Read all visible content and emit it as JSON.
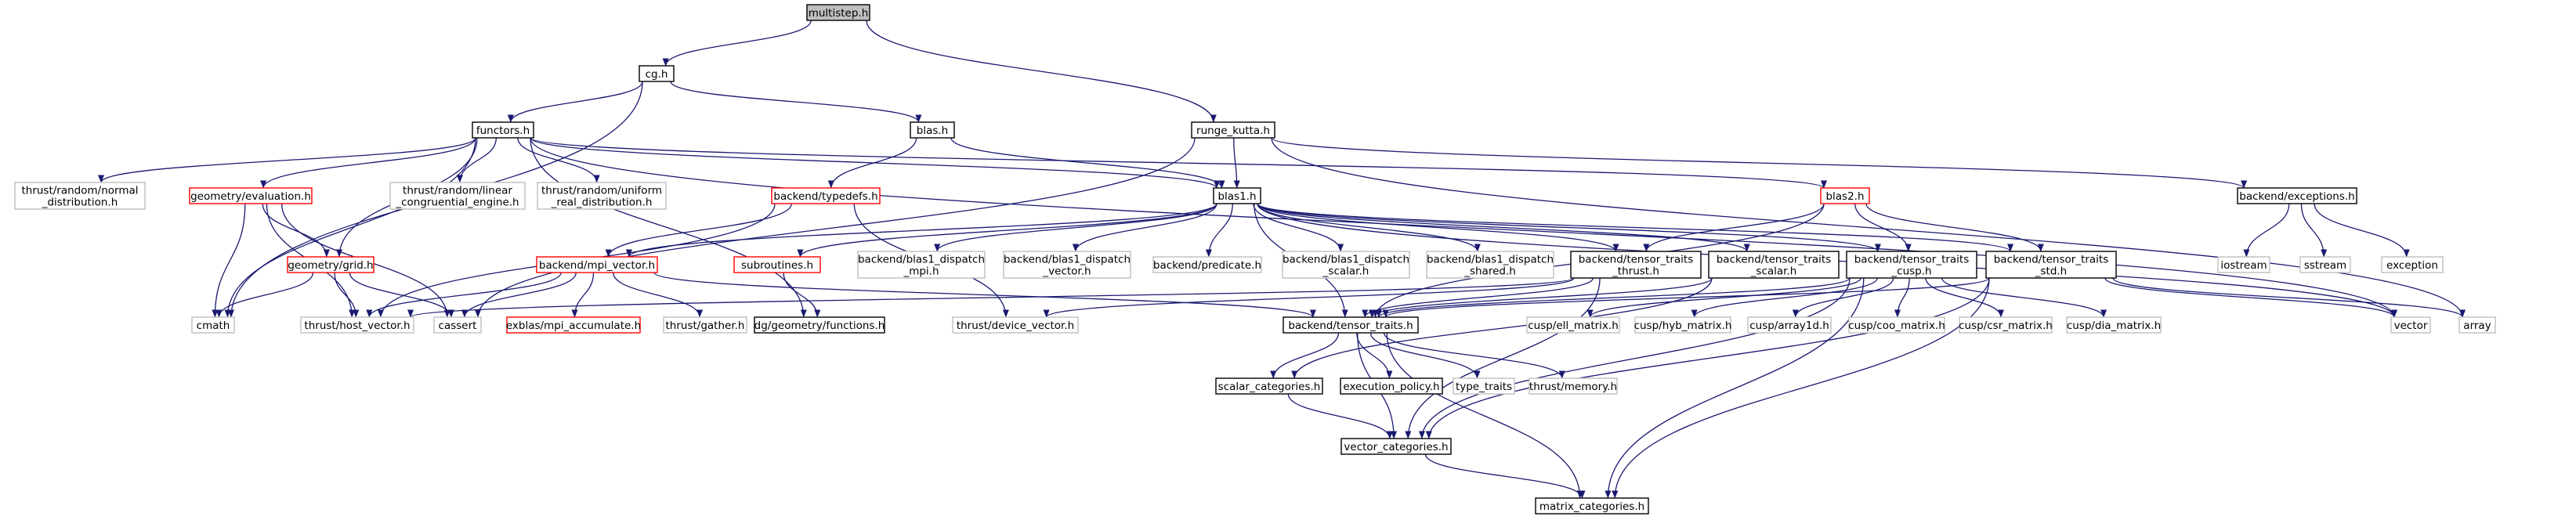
{
  "colors": {
    "edge": "#191970",
    "border_black": "#000000",
    "border_red": "#ff0000",
    "border_grey": "#bfbfbf",
    "root_fill": "#bfbfbf",
    "node_fill": "#ffffff"
  },
  "nodes": [
    {
      "id": "multistep",
      "lines": [
        "multistep.h"
      ],
      "kind": "root"
    },
    {
      "id": "cg",
      "lines": [
        "cg.h"
      ],
      "kind": "black"
    },
    {
      "id": "functors",
      "lines": [
        "functors.h"
      ],
      "kind": "black"
    },
    {
      "id": "blas",
      "lines": [
        "blas.h"
      ],
      "kind": "black"
    },
    {
      "id": "runge",
      "lines": [
        "runge_kutta.h"
      ],
      "kind": "black"
    },
    {
      "id": "thrust_normal",
      "lines": [
        "thrust/random/normal",
        "_distribution.h"
      ],
      "kind": "grey"
    },
    {
      "id": "geom_eval",
      "lines": [
        "geometry/evaluation.h"
      ],
      "kind": "red"
    },
    {
      "id": "thrust_linear",
      "lines": [
        "thrust/random/linear",
        "_congruential_engine.h"
      ],
      "kind": "grey"
    },
    {
      "id": "thrust_uniform",
      "lines": [
        "thrust/random/uniform",
        "_real_distribution.h"
      ],
      "kind": "grey"
    },
    {
      "id": "typedefs",
      "lines": [
        "backend/typedefs.h"
      ],
      "kind": "red"
    },
    {
      "id": "blas1",
      "lines": [
        "blas1.h"
      ],
      "kind": "black"
    },
    {
      "id": "blas2",
      "lines": [
        "blas2.h"
      ],
      "kind": "red"
    },
    {
      "id": "exceptions",
      "lines": [
        "backend/exceptions.h"
      ],
      "kind": "black"
    },
    {
      "id": "geom_grid",
      "lines": [
        "geometry/grid.h"
      ],
      "kind": "red"
    },
    {
      "id": "mpi_vector",
      "lines": [
        "backend/mpi_vector.h"
      ],
      "kind": "red"
    },
    {
      "id": "subroutines",
      "lines": [
        "subroutines.h"
      ],
      "kind": "red"
    },
    {
      "id": "d_mpi",
      "lines": [
        "backend/blas1_dispatch",
        "_mpi.h"
      ],
      "kind": "grey"
    },
    {
      "id": "d_vector",
      "lines": [
        "backend/blas1_dispatch",
        "_vector.h"
      ],
      "kind": "grey"
    },
    {
      "id": "predicate",
      "lines": [
        "backend/predicate.h"
      ],
      "kind": "grey"
    },
    {
      "id": "d_scalar",
      "lines": [
        "backend/blas1_dispatch",
        "_scalar.h"
      ],
      "kind": "grey"
    },
    {
      "id": "d_shared",
      "lines": [
        "backend/blas1_dispatch",
        "_shared.h"
      ],
      "kind": "grey"
    },
    {
      "id": "tt_thrust",
      "lines": [
        "backend/tensor_traits",
        "_thrust.h"
      ],
      "kind": "black"
    },
    {
      "id": "tt_scalar",
      "lines": [
        "backend/tensor_traits",
        "_scalar.h"
      ],
      "kind": "black"
    },
    {
      "id": "tt_cusp",
      "lines": [
        "backend/tensor_traits",
        "_cusp.h"
      ],
      "kind": "black"
    },
    {
      "id": "tt_std",
      "lines": [
        "backend/tensor_traits",
        "_std.h"
      ],
      "kind": "black"
    },
    {
      "id": "iostream",
      "lines": [
        "iostream"
      ],
      "kind": "grey"
    },
    {
      "id": "sstream",
      "lines": [
        "sstream"
      ],
      "kind": "grey"
    },
    {
      "id": "exception",
      "lines": [
        "exception"
      ],
      "kind": "grey"
    },
    {
      "id": "cmath",
      "lines": [
        "cmath"
      ],
      "kind": "grey"
    },
    {
      "id": "host_vector",
      "lines": [
        "thrust/host_vector.h"
      ],
      "kind": "grey"
    },
    {
      "id": "cassert",
      "lines": [
        "cassert"
      ],
      "kind": "grey"
    },
    {
      "id": "exblas",
      "lines": [
        "exblas/mpi_accumulate.h"
      ],
      "kind": "red"
    },
    {
      "id": "gather",
      "lines": [
        "thrust/gather.h"
      ],
      "kind": "grey"
    },
    {
      "id": "functions",
      "lines": [
        "dg/geometry/functions.h"
      ],
      "kind": "black"
    },
    {
      "id": "device_vector",
      "lines": [
        "thrust/device_vector.h"
      ],
      "kind": "grey"
    },
    {
      "id": "tensor_traits",
      "lines": [
        "backend/tensor_traits.h"
      ],
      "kind": "black"
    },
    {
      "id": "ell",
      "lines": [
        "cusp/ell_matrix.h"
      ],
      "kind": "grey"
    },
    {
      "id": "hyb",
      "lines": [
        "cusp/hyb_matrix.h"
      ],
      "kind": "grey"
    },
    {
      "id": "array1d",
      "lines": [
        "cusp/array1d.h"
      ],
      "kind": "grey"
    },
    {
      "id": "coo",
      "lines": [
        "cusp/coo_matrix.h"
      ],
      "kind": "grey"
    },
    {
      "id": "csr",
      "lines": [
        "cusp/csr_matrix.h"
      ],
      "kind": "grey"
    },
    {
      "id": "dia",
      "lines": [
        "cusp/dia_matrix.h"
      ],
      "kind": "grey"
    },
    {
      "id": "vector",
      "lines": [
        "vector"
      ],
      "kind": "grey"
    },
    {
      "id": "array",
      "lines": [
        "array"
      ],
      "kind": "grey"
    },
    {
      "id": "scalar_cat",
      "lines": [
        "scalar_categories.h"
      ],
      "kind": "black"
    },
    {
      "id": "exec_policy",
      "lines": [
        "execution_policy.h"
      ],
      "kind": "black"
    },
    {
      "id": "type_traits",
      "lines": [
        "type_traits"
      ],
      "kind": "grey"
    },
    {
      "id": "memory",
      "lines": [
        "thrust/memory.h"
      ],
      "kind": "grey"
    },
    {
      "id": "vector_cat",
      "lines": [
        "vector_categories.h"
      ],
      "kind": "black"
    },
    {
      "id": "matrix_cat",
      "lines": [
        "matrix_categories.h"
      ],
      "kind": "black"
    }
  ],
  "edges": [
    [
      "multistep",
      "cg"
    ],
    [
      "multistep",
      "runge"
    ],
    [
      "cg",
      "functors"
    ],
    [
      "cg",
      "blas"
    ],
    [
      "cg",
      "cmath"
    ],
    [
      "functors",
      "thrust_normal"
    ],
    [
      "functors",
      "geom_eval"
    ],
    [
      "functors",
      "thrust_linear"
    ],
    [
      "functors",
      "thrust_uniform"
    ],
    [
      "functors",
      "cmath"
    ],
    [
      "functors",
      "blas1"
    ],
    [
      "functors",
      "geom_grid"
    ],
    [
      "functors",
      "functions"
    ],
    [
      "functors",
      "vector"
    ],
    [
      "functors",
      "blas2"
    ],
    [
      "blas",
      "typedefs"
    ],
    [
      "blas",
      "blas1"
    ],
    [
      "runge",
      "blas1"
    ],
    [
      "runge",
      "exceptions"
    ],
    [
      "runge",
      "cassert"
    ],
    [
      "runge",
      "array"
    ],
    [
      "geom_eval",
      "geom_grid"
    ],
    [
      "geom_eval",
      "cmath"
    ],
    [
      "geom_eval",
      "host_vector"
    ],
    [
      "geom_eval",
      "cassert"
    ],
    [
      "typedefs",
      "mpi_vector"
    ],
    [
      "typedefs",
      "host_vector"
    ],
    [
      "typedefs",
      "device_vector"
    ],
    [
      "blas1",
      "mpi_vector"
    ],
    [
      "blas1",
      "subroutines"
    ],
    [
      "blas1",
      "d_mpi"
    ],
    [
      "blas1",
      "d_vector"
    ],
    [
      "blas1",
      "predicate"
    ],
    [
      "blas1",
      "d_scalar"
    ],
    [
      "blas1",
      "d_shared"
    ],
    [
      "blas1",
      "tt_thrust"
    ],
    [
      "blas1",
      "tt_scalar"
    ],
    [
      "blas1",
      "tt_cusp"
    ],
    [
      "blas1",
      "tt_std"
    ],
    [
      "blas1",
      "tensor_traits"
    ],
    [
      "blas1",
      "vector"
    ],
    [
      "blas2",
      "tt_thrust"
    ],
    [
      "blas2",
      "tt_cusp"
    ],
    [
      "blas2",
      "tt_std"
    ],
    [
      "blas2",
      "tensor_traits"
    ],
    [
      "exceptions",
      "iostream"
    ],
    [
      "exceptions",
      "sstream"
    ],
    [
      "exceptions",
      "exception"
    ],
    [
      "geom_grid",
      "cmath"
    ],
    [
      "geom_grid",
      "host_vector"
    ],
    [
      "geom_grid",
      "cassert"
    ],
    [
      "mpi_vector",
      "host_vector"
    ],
    [
      "mpi_vector",
      "cassert"
    ],
    [
      "mpi_vector",
      "exblas"
    ],
    [
      "mpi_vector",
      "gather"
    ],
    [
      "mpi_vector",
      "tensor_traits"
    ],
    [
      "subroutines",
      "functions"
    ],
    [
      "tt_thrust",
      "tensor_traits"
    ],
    [
      "tt_thrust",
      "host_vector"
    ],
    [
      "tt_thrust",
      "device_vector"
    ],
    [
      "tt_thrust",
      "vector_cat"
    ],
    [
      "tt_scalar",
      "tensor_traits"
    ],
    [
      "tt_scalar",
      "scalar_cat"
    ],
    [
      "tt_cusp",
      "tensor_traits"
    ],
    [
      "tt_cusp",
      "ell"
    ],
    [
      "tt_cusp",
      "hyb"
    ],
    [
      "tt_cusp",
      "array1d"
    ],
    [
      "tt_cusp",
      "coo"
    ],
    [
      "tt_cusp",
      "csr"
    ],
    [
      "tt_cusp",
      "dia"
    ],
    [
      "tt_cusp",
      "matrix_cat"
    ],
    [
      "tt_cusp",
      "vector_cat"
    ],
    [
      "tt_std",
      "tensor_traits"
    ],
    [
      "tt_std",
      "vector"
    ],
    [
      "tt_std",
      "array"
    ],
    [
      "tt_std",
      "vector_cat"
    ],
    [
      "tt_std",
      "matrix_cat"
    ],
    [
      "tensor_traits",
      "scalar_cat"
    ],
    [
      "tensor_traits",
      "exec_policy"
    ],
    [
      "tensor_traits",
      "type_traits"
    ],
    [
      "tensor_traits",
      "memory"
    ],
    [
      "tensor_traits",
      "vector_cat"
    ],
    [
      "tensor_traits",
      "matrix_cat"
    ],
    [
      "scalar_cat",
      "vector_cat"
    ],
    [
      "vector_cat",
      "matrix_cat"
    ]
  ]
}
